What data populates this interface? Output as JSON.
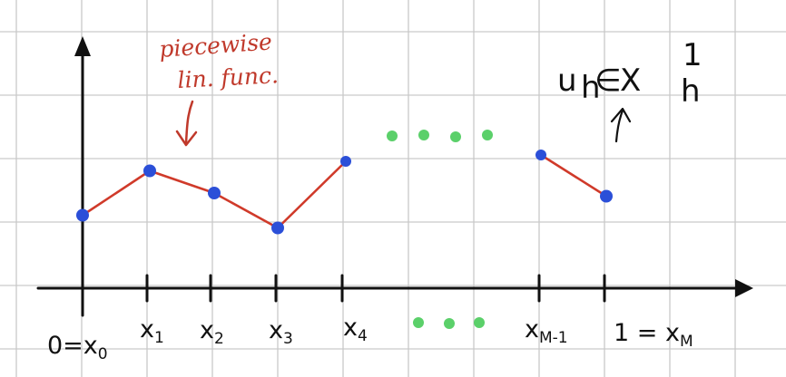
{
  "annotation": {
    "line1": "piecewise",
    "line2": "lin. func."
  },
  "function_label": {
    "u": "u",
    "u_sub": "h",
    "elem": "∈",
    "space": "X",
    "space_sup": "1",
    "space_sub": "h"
  },
  "x_labels": [
    {
      "main": "0=x",
      "sub": "0"
    },
    {
      "main": "x",
      "sub": "1"
    },
    {
      "main": "x",
      "sub": "2"
    },
    {
      "main": "x",
      "sub": "3"
    },
    {
      "main": "x",
      "sub": "4"
    },
    {
      "main": "x",
      "sub": "M-1"
    },
    {
      "main": "1 = x",
      "sub": "M"
    }
  ],
  "colors": {
    "line": "#d03a2a",
    "node": "#2b4fd8",
    "dots": "#5bd06a",
    "axis": "#111111",
    "annotation": "#c0392b"
  },
  "function_values": {
    "x": [
      0,
      1,
      2,
      3,
      4,
      8,
      9
    ],
    "y": [
      1.15,
      1.85,
      1.5,
      0.95,
      2.0,
      2.1,
      1.45
    ]
  }
}
